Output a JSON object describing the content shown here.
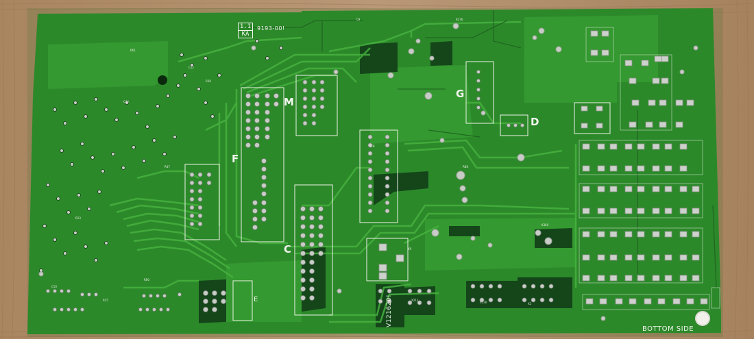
{
  "scene": {
    "board_side_label": "BOTTOM SIDE",
    "revision_top": "1.1",
    "revision_bottom": "KA",
    "part_number": "9193-00!",
    "serial_vertical": "V121620!",
    "connector_letters": [
      "M",
      "G",
      "D",
      "F",
      "C",
      "E"
    ],
    "colors": {
      "pcb": "#2e8f2c",
      "pcb_dark": "#14461a",
      "copper_trace": "#3fa83a",
      "silkscreen": "#f2f5ee",
      "solder": "#c8ccc6",
      "wood": "#b08d6a"
    }
  }
}
